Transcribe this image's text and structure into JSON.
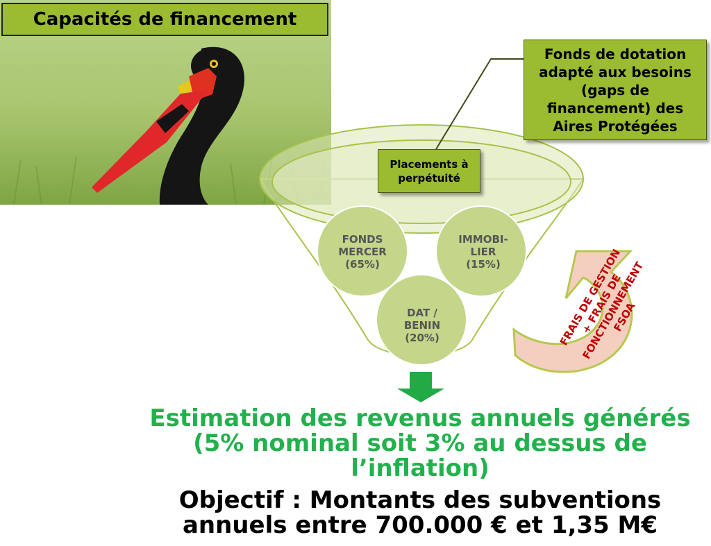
{
  "header": {
    "title": "Capacités  de financement"
  },
  "callouts": {
    "fonds_dotation": "Fonds de dotation adapté aux besoins (gaps de financement) des Aires Protégées",
    "placements": "Placements à perpétuité"
  },
  "funnel": {
    "circles": [
      {
        "line1": "FONDS",
        "line2": "MERCER",
        "line3": "(65%)",
        "percent": 65
      },
      {
        "line1": "IMMOBI-",
        "line2": "LIER",
        "line3": "(15%)",
        "percent": 15
      },
      {
        "line1": "DAT /",
        "line2": "BENIN",
        "line3": "(20%)",
        "percent": 20
      }
    ]
  },
  "frais": {
    "line1": "FRAIS DE GESTION",
    "line2": "+ FRAIS DE",
    "line3": "FONCTIONNEMENT",
    "line4": "FSOA"
  },
  "estimation": {
    "line1": "Estimation des revenus annuels générés",
    "line2": "(5% nominal soit 3% au dessus de",
    "line3": "l’inflation)"
  },
  "objectif": {
    "line1": "Objectif : Montants des subventions",
    "line2": "annuels entre 700.000 € et 1,35 M€"
  },
  "colors": {
    "accent_green": "#9bbb30",
    "text_green": "#23b14d",
    "arrow_green": "#22aa44",
    "frais_red": "#c00000"
  }
}
